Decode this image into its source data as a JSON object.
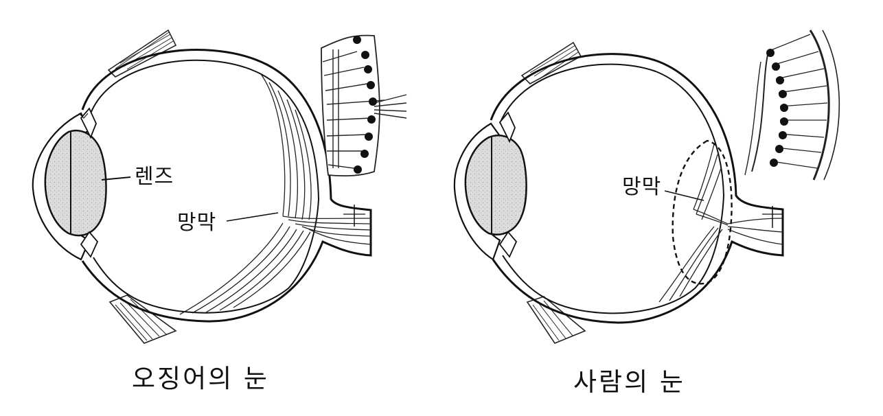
{
  "left_figure": {
    "lens_label": "렌즈",
    "retina_label": "망막",
    "caption": "오징어의 눈"
  },
  "right_figure": {
    "retina_label": "망막",
    "caption": "사람의 눈"
  }
}
